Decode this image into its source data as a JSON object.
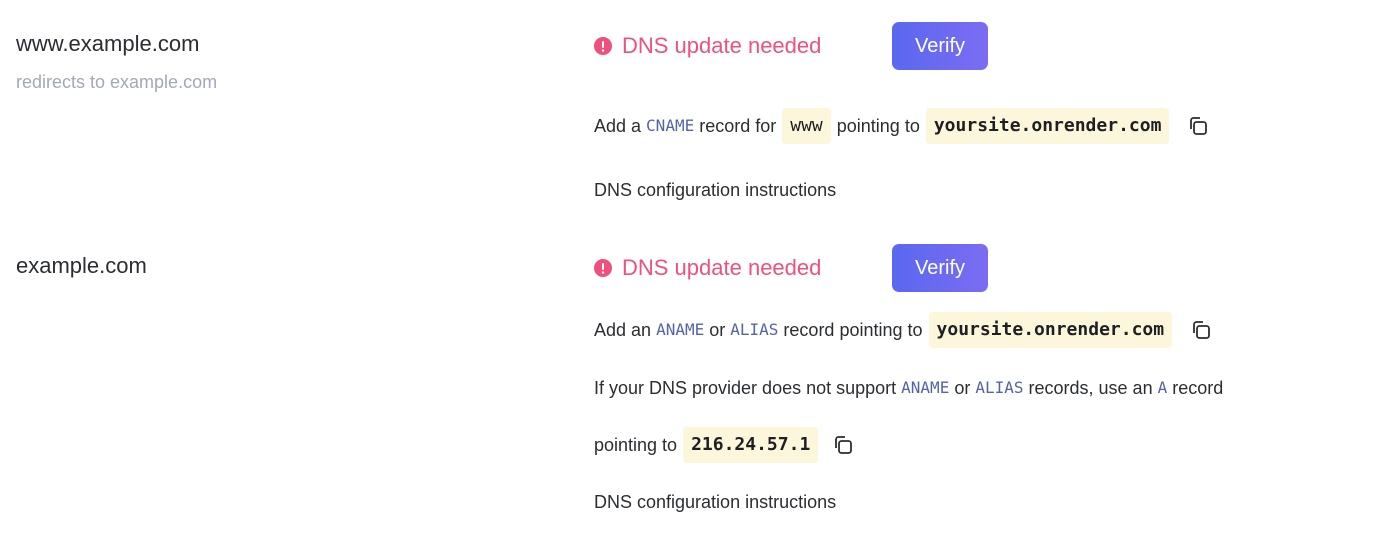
{
  "rows": [
    {
      "domain": "www.example.com",
      "subtitle": "redirects to example.com",
      "status": "DNS update needed",
      "verify_label": "Verify",
      "instruction": {
        "prefix": "Add a",
        "record_type": "CNAME",
        "middle": "record for",
        "host": "www",
        "suffix": "pointing to",
        "target": "yoursite.onrender.com"
      },
      "help_link": "DNS configuration instructions"
    },
    {
      "domain": "example.com",
      "status": "DNS update needed",
      "verify_label": "Verify",
      "instruction": {
        "prefix": "Add an",
        "record_type_1": "ANAME",
        "or": "or",
        "record_type_2": "ALIAS",
        "suffix": "record pointing to",
        "target": "yoursite.onrender.com"
      },
      "fallback": {
        "prefix": "If your DNS provider does not support",
        "record_type_1": "ANAME",
        "or": "or",
        "record_type_2": "ALIAS",
        "middle": "records, use an",
        "record_type_3": "A",
        "suffix": "record",
        "line2_prefix": "pointing to",
        "ip": "216.24.57.1"
      },
      "help_link": "DNS configuration instructions"
    }
  ],
  "colors": {
    "alert": "#f0507c",
    "button_start": "#5a68f0",
    "button_end": "#7b6cf2",
    "keyword": "#5463a8",
    "code_bg": "#fcf6db",
    "muted": "#a3a8b6"
  },
  "icons": {
    "alert": "alert-circle-icon",
    "copy": "copy-icon"
  }
}
